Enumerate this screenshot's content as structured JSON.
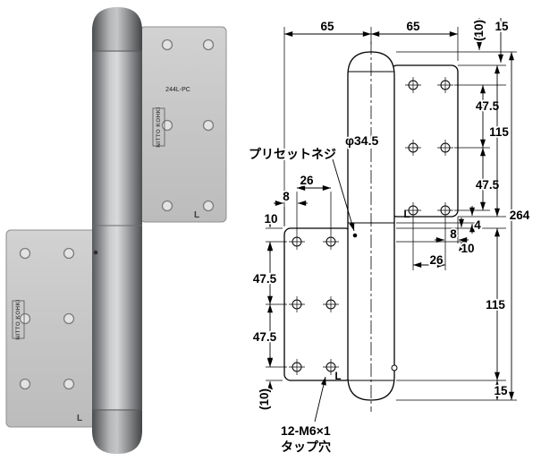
{
  "photo": {
    "product_code": "244L-PC",
    "brand": "NITTO KOHKI",
    "l_mark": "L"
  },
  "drawing": {
    "callout_preset_screw": "プリセットネジ",
    "callout_diameter": "φ34.5",
    "callout_tap_line1": "12-M6×1",
    "callout_tap_line2": "タップ穴",
    "l_mark": "L",
    "dim_top_left": "65",
    "dim_top_right": "65",
    "dim_tr_paren10": "(10)",
    "dim_tr_15": "15",
    "dim_r_47_5_upper": "47.5",
    "dim_r_115_upper": "115",
    "dim_r_47_5_lower": "47.5",
    "dim_r_8": "8",
    "dim_r_10": "10",
    "dim_r_4": "4",
    "dim_r_26": "26",
    "dim_overall": "264",
    "dim_r_115_lower": "115",
    "dim_r_15_bottom": "15",
    "dim_l_26": "26",
    "dim_l_8": "8",
    "dim_l_10": "10",
    "dim_l_47_5_upper": "47.5",
    "dim_l_47_5_lower": "47.5",
    "dim_l_paren10": "(10)"
  }
}
